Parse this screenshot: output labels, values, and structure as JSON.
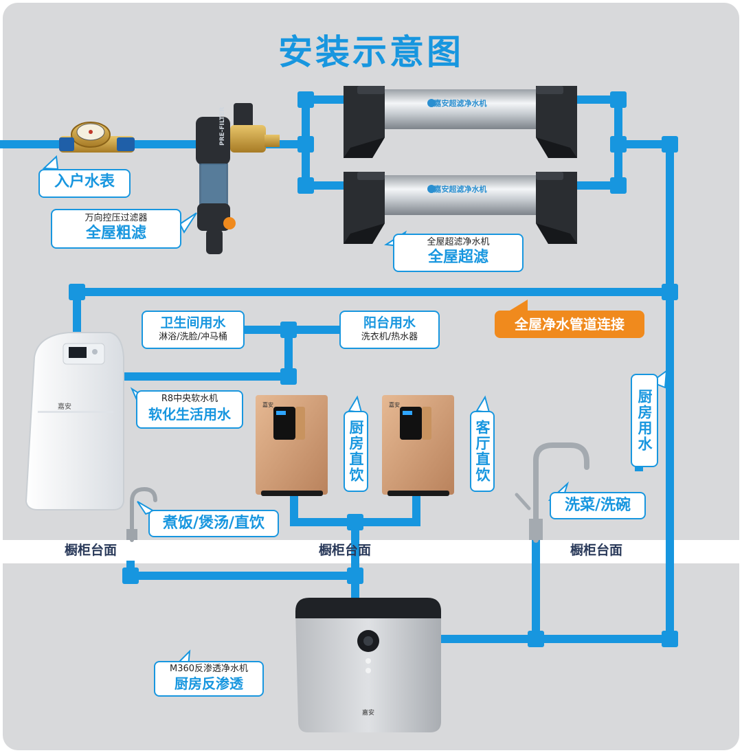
{
  "title": "安装示意图",
  "labels": {
    "meter": "入户水表",
    "prefilter_small": "万向控压过滤器",
    "prefilter_big": "全屋粗滤",
    "uf_small": "全屋超滤净水机",
    "uf_big": "全屋超滤",
    "pipe_conn": "全屋净水管道连接",
    "bath_big": "卫生间用水",
    "bath_small": "淋浴/洗脸/冲马桶",
    "balcony_big": "阳台用水",
    "balcony_small": "洗衣机/热水器",
    "softener_small": "R8中央软水机",
    "softener_big": "软化生活用水",
    "kitchen_water": "厨房用水",
    "kitchen_drink": "厨房直饮",
    "living_drink": "客厅直饮",
    "cook": "煮饭/煲汤/直饮",
    "wash": "洗菜/洗碗",
    "ro_small": "M360反渗透净水机",
    "ro_big": "厨房反渗透",
    "counter": [
      "橱柜台面",
      "橱柜台面",
      "橱柜台面"
    ],
    "uf_brand": "嘉安超滤净水机",
    "brand_small": "嘉安",
    "prefilter_brand": "PRE-FILTER"
  },
  "colors": {
    "pipe": "#1796df",
    "accent_orange": "#f08a1d",
    "background": "#d8d9db"
  }
}
